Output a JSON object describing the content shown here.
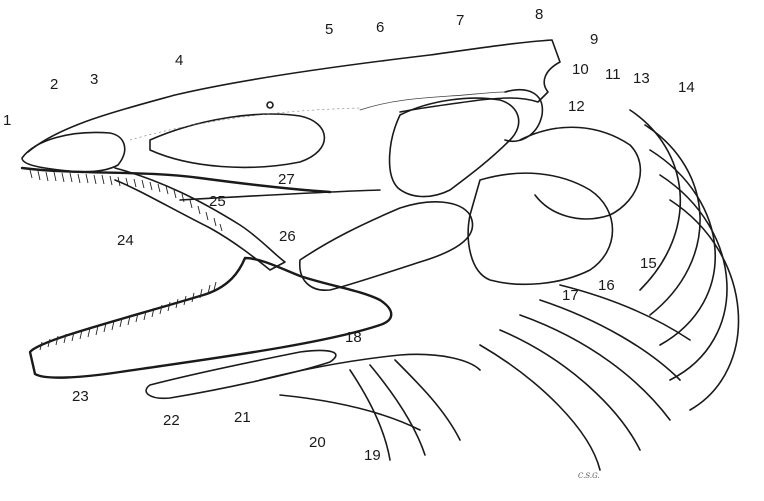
{
  "labels": [
    "1",
    "2",
    "3",
    "4",
    "5",
    "6",
    "7",
    "8",
    "9",
    "10",
    "11",
    "12",
    "13",
    "14",
    "15",
    "16",
    "17",
    "18",
    "19",
    "20",
    "21",
    "22",
    "23",
    "24",
    "25",
    "26",
    "27"
  ],
  "artist_mark": "C.S.G."
}
